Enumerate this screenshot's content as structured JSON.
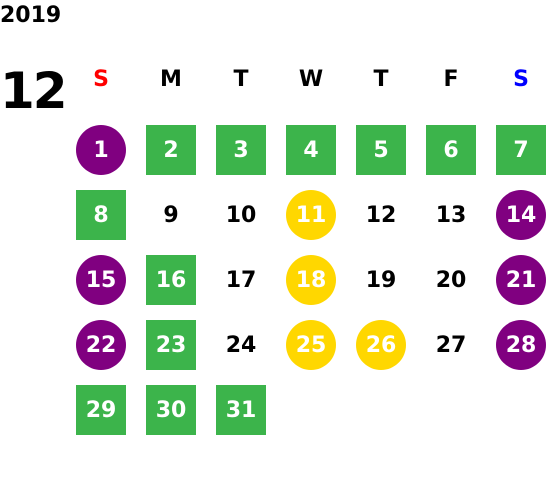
{
  "year": "2019",
  "month": "12",
  "weekdays": [
    {
      "label": "S",
      "color": "#ff0000"
    },
    {
      "label": "M",
      "color": "#000000"
    },
    {
      "label": "T",
      "color": "#000000"
    },
    {
      "label": "W",
      "color": "#000000"
    },
    {
      "label": "T",
      "color": "#000000"
    },
    {
      "label": "F",
      "color": "#000000"
    },
    {
      "label": "S",
      "color": "#0000ff"
    }
  ],
  "colors": {
    "green": "#3cb44b",
    "purple": "#800080",
    "yellow": "#ffd700"
  },
  "days": [
    {
      "d": "1",
      "style": "purple"
    },
    {
      "d": "2",
      "style": "green"
    },
    {
      "d": "3",
      "style": "green"
    },
    {
      "d": "4",
      "style": "green"
    },
    {
      "d": "5",
      "style": "green"
    },
    {
      "d": "6",
      "style": "green"
    },
    {
      "d": "7",
      "style": "green"
    },
    {
      "d": "8",
      "style": "green"
    },
    {
      "d": "9",
      "style": "plain"
    },
    {
      "d": "10",
      "style": "plain"
    },
    {
      "d": "11",
      "style": "yellow"
    },
    {
      "d": "12",
      "style": "plain"
    },
    {
      "d": "13",
      "style": "plain"
    },
    {
      "d": "14",
      "style": "purple"
    },
    {
      "d": "15",
      "style": "purple"
    },
    {
      "d": "16",
      "style": "green"
    },
    {
      "d": "17",
      "style": "plain"
    },
    {
      "d": "18",
      "style": "yellow"
    },
    {
      "d": "19",
      "style": "plain"
    },
    {
      "d": "20",
      "style": "plain"
    },
    {
      "d": "21",
      "style": "purple"
    },
    {
      "d": "22",
      "style": "purple"
    },
    {
      "d": "23",
      "style": "green"
    },
    {
      "d": "24",
      "style": "plain"
    },
    {
      "d": "25",
      "style": "yellow"
    },
    {
      "d": "26",
      "style": "yellow"
    },
    {
      "d": "27",
      "style": "plain"
    },
    {
      "d": "28",
      "style": "purple"
    },
    {
      "d": "29",
      "style": "green"
    },
    {
      "d": "30",
      "style": "green"
    },
    {
      "d": "31",
      "style": "green"
    }
  ]
}
